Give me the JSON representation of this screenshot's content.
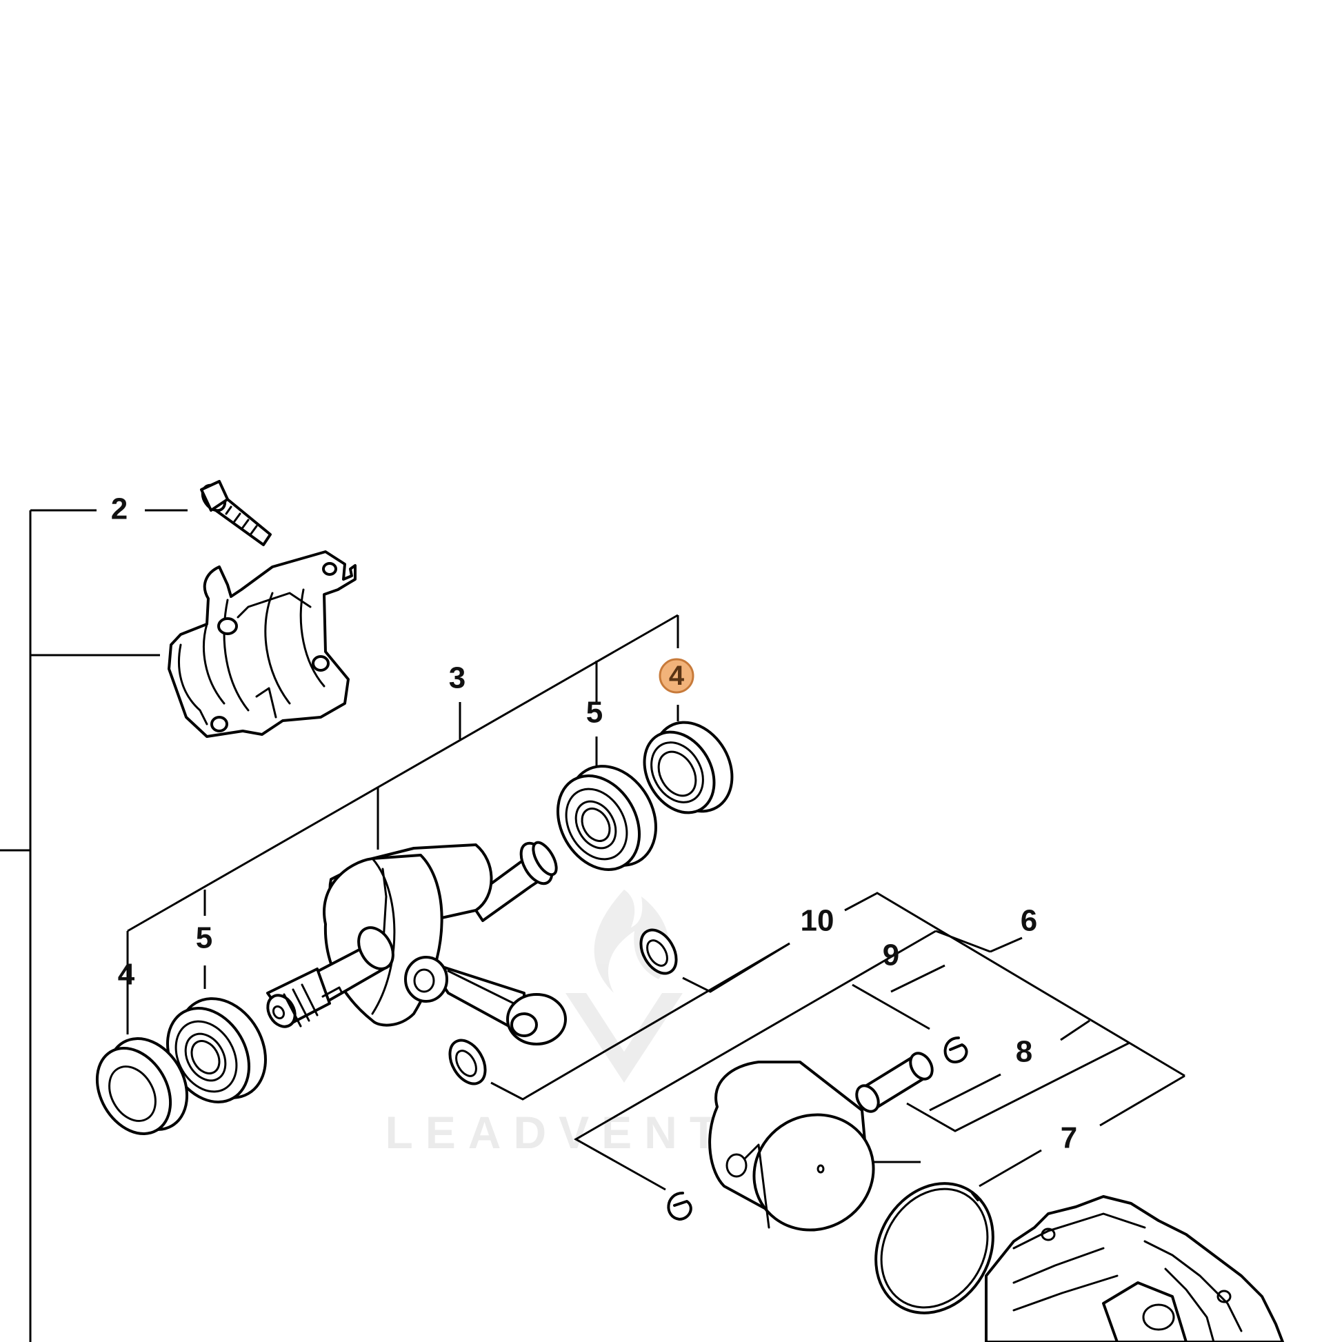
{
  "diagram": {
    "callouts": [
      {
        "id": "c2",
        "label": "2"
      },
      {
        "id": "c3",
        "label": "3"
      },
      {
        "id": "c4-top",
        "label": "4",
        "highlighted": true
      },
      {
        "id": "c5-top",
        "label": "5"
      },
      {
        "id": "c5-left",
        "label": "5"
      },
      {
        "id": "c4-left",
        "label": "4"
      },
      {
        "id": "c10",
        "label": "10"
      },
      {
        "id": "c6",
        "label": "6"
      },
      {
        "id": "c9",
        "label": "9"
      },
      {
        "id": "c8",
        "label": "8"
      },
      {
        "id": "c7",
        "label": "7"
      }
    ],
    "highlight_fill": "#f2b37a",
    "highlight_stroke": "#c77a3a",
    "watermark": "LEADVENTURE"
  }
}
